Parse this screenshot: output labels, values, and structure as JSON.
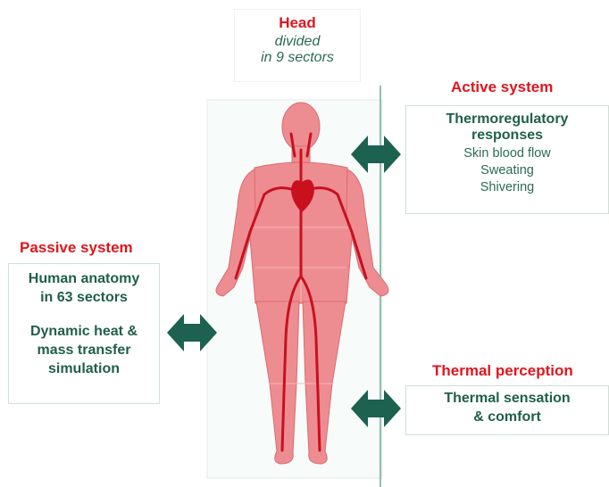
{
  "head": {
    "title": "Head",
    "line1": "divided",
    "line2": "in 9 sectors"
  },
  "active": {
    "title": "Active system",
    "heading_line1": "Thermoregulatory",
    "heading_line2": "responses",
    "items": [
      "Skin blood flow",
      "Sweating",
      "Shivering"
    ]
  },
  "passive": {
    "title": "Passive system",
    "line1": "Human anatomy",
    "line2": "in 63 sectors",
    "line3": "Dynamic heat &",
    "line4": "mass transfer",
    "line5": "simulation"
  },
  "perception": {
    "title": "Thermal perception",
    "line1": "Thermal sensation",
    "line2": "& comfort"
  },
  "colors": {
    "title_red": "#e0161e",
    "text_green": "#1f5f4b",
    "arrow_green": "#1d6150",
    "body_fill": "#ee8d91",
    "vessel_red": "#c8101f"
  },
  "icons": [
    "double-arrow-icon",
    "human-body-illustration"
  ]
}
